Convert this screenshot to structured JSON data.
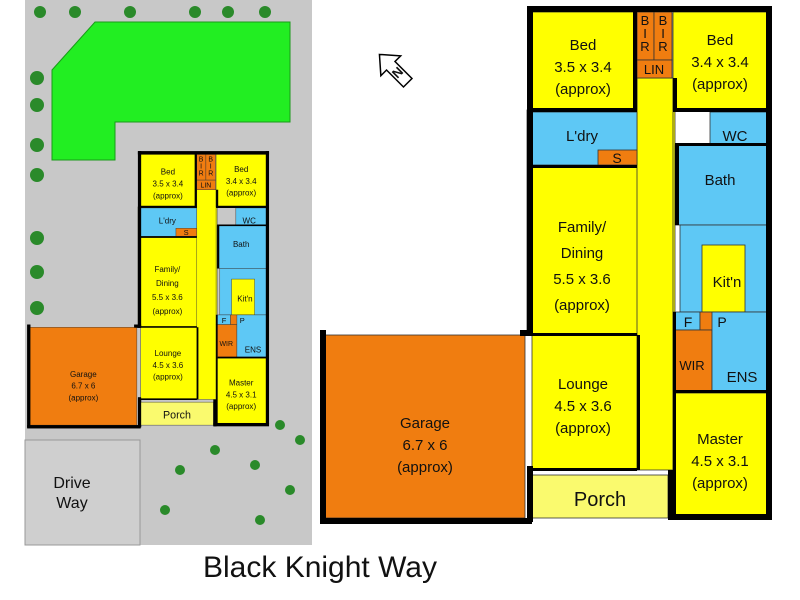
{
  "site": {
    "street": "Black Knight Way",
    "driveway": [
      "Drive",
      "Way"
    ],
    "north": "N"
  },
  "colors": {
    "bedroom_living": "#ffff00",
    "wet_area": "#5ec8f5",
    "storage": "#f07d10",
    "garage": "#f07d10",
    "porch": "#fafa6e",
    "lawn": "#22ee22",
    "site": "#c8c8c8",
    "wall": "#000000"
  },
  "rooms": {
    "bed_1": {
      "label": [
        "Bed",
        "3.5 x 3.4",
        "(approx)"
      ]
    },
    "bed_2": {
      "label": [
        "Bed",
        "3.4 x 3.4",
        "(approx)"
      ]
    },
    "bir_1": {
      "label": [
        "B",
        "I",
        "R"
      ]
    },
    "bir_2": {
      "label": [
        "B",
        "I",
        "R"
      ]
    },
    "lin": {
      "label": [
        "LIN"
      ]
    },
    "laundry": {
      "label": [
        "L'dry"
      ]
    },
    "s": {
      "label": [
        "S"
      ]
    },
    "wc": {
      "label": [
        "WC"
      ]
    },
    "bath": {
      "label": [
        "Bath"
      ]
    },
    "family": {
      "label": [
        "Family/",
        "Dining",
        "5.5 x 3.6",
        "(approx)"
      ]
    },
    "kitchen": {
      "label": [
        "Kit'n"
      ]
    },
    "f": {
      "label": [
        "F"
      ]
    },
    "p": {
      "label": [
        "P"
      ]
    },
    "wir": {
      "label": [
        "WIR"
      ]
    },
    "ens": {
      "label": [
        "ENS"
      ]
    },
    "lounge": {
      "label": [
        "Lounge",
        "4.5 x 3.6",
        "(approx)"
      ]
    },
    "master": {
      "label": [
        "Master",
        "4.5 x 3.1",
        "(approx)"
      ]
    },
    "porch": {
      "label": [
        "Porch"
      ]
    },
    "garage": {
      "label": [
        "Garage",
        "6.7 x 6",
        "(approx)"
      ]
    }
  }
}
